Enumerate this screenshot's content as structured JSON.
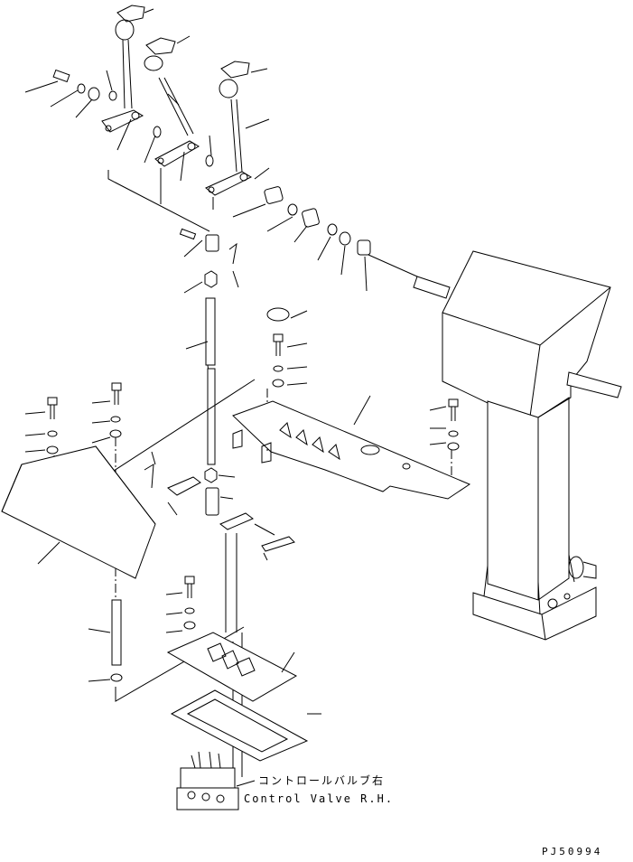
{
  "labels": {
    "control_valve_jp": "コントロールバルブ右",
    "control_valve_en": "Control Valve R.H.",
    "drawing_code": "PJ50994"
  },
  "colors": {
    "ink": "#000000",
    "paper": "#ffffff"
  }
}
